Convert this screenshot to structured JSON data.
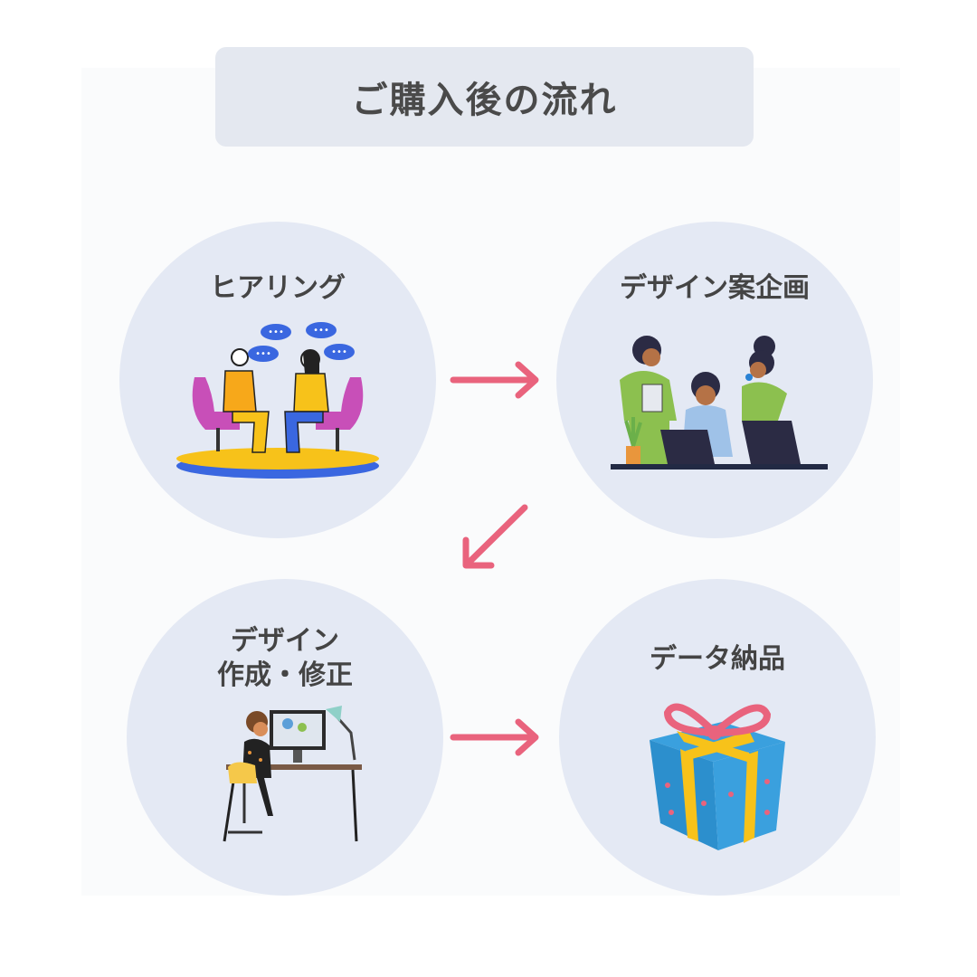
{
  "title": "ご購入後の流れ",
  "steps": [
    {
      "label": "ヒアリング",
      "illustration": "meeting-conversation-illustration"
    },
    {
      "label": "デザイン案企画",
      "illustration": "team-planning-illustration"
    },
    {
      "label": "デザイン\n作成・修正",
      "illustration": "designer-at-desk-illustration"
    },
    {
      "label": "データ納品",
      "illustration": "gift-box-illustration"
    }
  ],
  "colors": {
    "arrow": "#e9637d",
    "circle": "#e4e9f4",
    "title_bg": "#e4e8f0",
    "text": "#444444"
  }
}
